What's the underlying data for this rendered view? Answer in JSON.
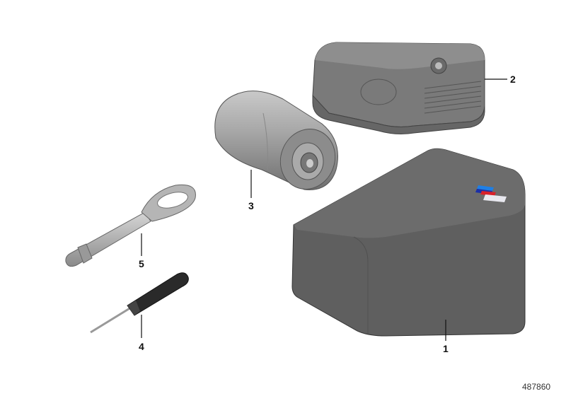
{
  "diagram": {
    "reference_number": "487860",
    "callouts": [
      {
        "id": "1",
        "label": "1"
      },
      {
        "id": "2",
        "label": "2"
      },
      {
        "id": "3",
        "label": "3"
      },
      {
        "id": "4",
        "label": "4"
      },
      {
        "id": "5",
        "label": "5"
      }
    ],
    "badge_colors": [
      "#1e7fe6",
      "#1a2fa8",
      "#d8202a"
    ]
  }
}
